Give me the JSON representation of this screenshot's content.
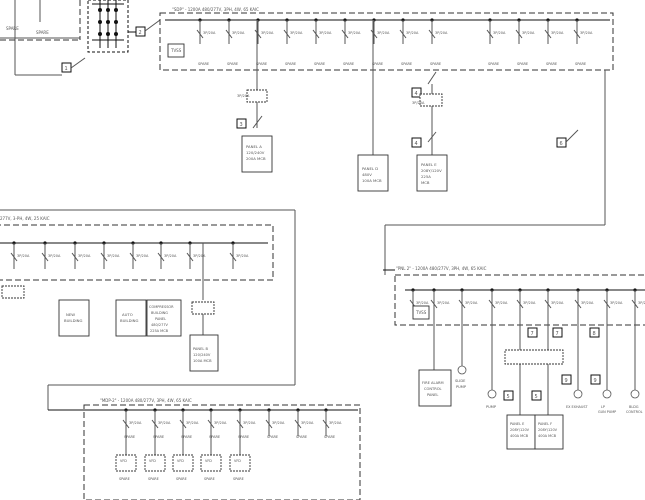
{
  "panels": {
    "top_header": "\"SDP\" - 1200A 480/277V, 3PH, 4W, 65 KAIC",
    "left_header": "277V, 3-PH, 4W, 25 KAIC",
    "mdp_header": "\"MDP-2\" - 1200A 480/277V, 3PH, 4W, 65 KAIC",
    "right_header": "\"PNL 2\" - 1200A 480/277V, 3PH, 4W, 65 KAIC"
  },
  "labels": {
    "spare": "SPARE",
    "breaker": "3P/20A",
    "tvss": "TVSS",
    "panel_a": [
      "PANEL A",
      "120/240V",
      "200A MCB"
    ],
    "panel_d": [
      "PANEL D",
      "480V",
      "100A MCB"
    ],
    "panel_e": [
      "PANEL E",
      "208Y/120V",
      "225A",
      "MCB"
    ],
    "panel_b": [
      "PANEL B",
      "120/240V",
      "100A MCB"
    ],
    "new_bldg": [
      "NEW",
      "BUILDING"
    ],
    "auto_bldg": [
      "AUTO",
      "BUILDING"
    ],
    "compressor": [
      "COMPRESSOR",
      "BUILDING",
      "PANEL",
      "480/277V",
      "225A MCB"
    ],
    "fire_alarm": [
      "FIRE ALARM",
      "CONTROL",
      "PANEL"
    ],
    "xfmr_e": [
      "PANEL E",
      "208Y/120V",
      "400A MCB"
    ],
    "xfmr_f": [
      "PANEL F",
      "208Y/120V",
      "400A MCB"
    ],
    "vfd": [
      "VFD",
      "SPARE"
    ],
    "pump": [
      "PUMP"
    ],
    "slide_pump": [
      "SLIDE",
      "PUMP"
    ],
    "exhaust": [
      "EX EXHAUST"
    ],
    "lp": [
      "LP",
      "GUN PUMP"
    ],
    "bldg": [
      "BLDG",
      "CONTROL"
    ]
  },
  "tags": {
    "t1": "1",
    "t2": "2",
    "t3": "3",
    "t4": "4",
    "t5": "5",
    "t6": "6",
    "t7": "7",
    "t8": "8",
    "t9": "9"
  }
}
